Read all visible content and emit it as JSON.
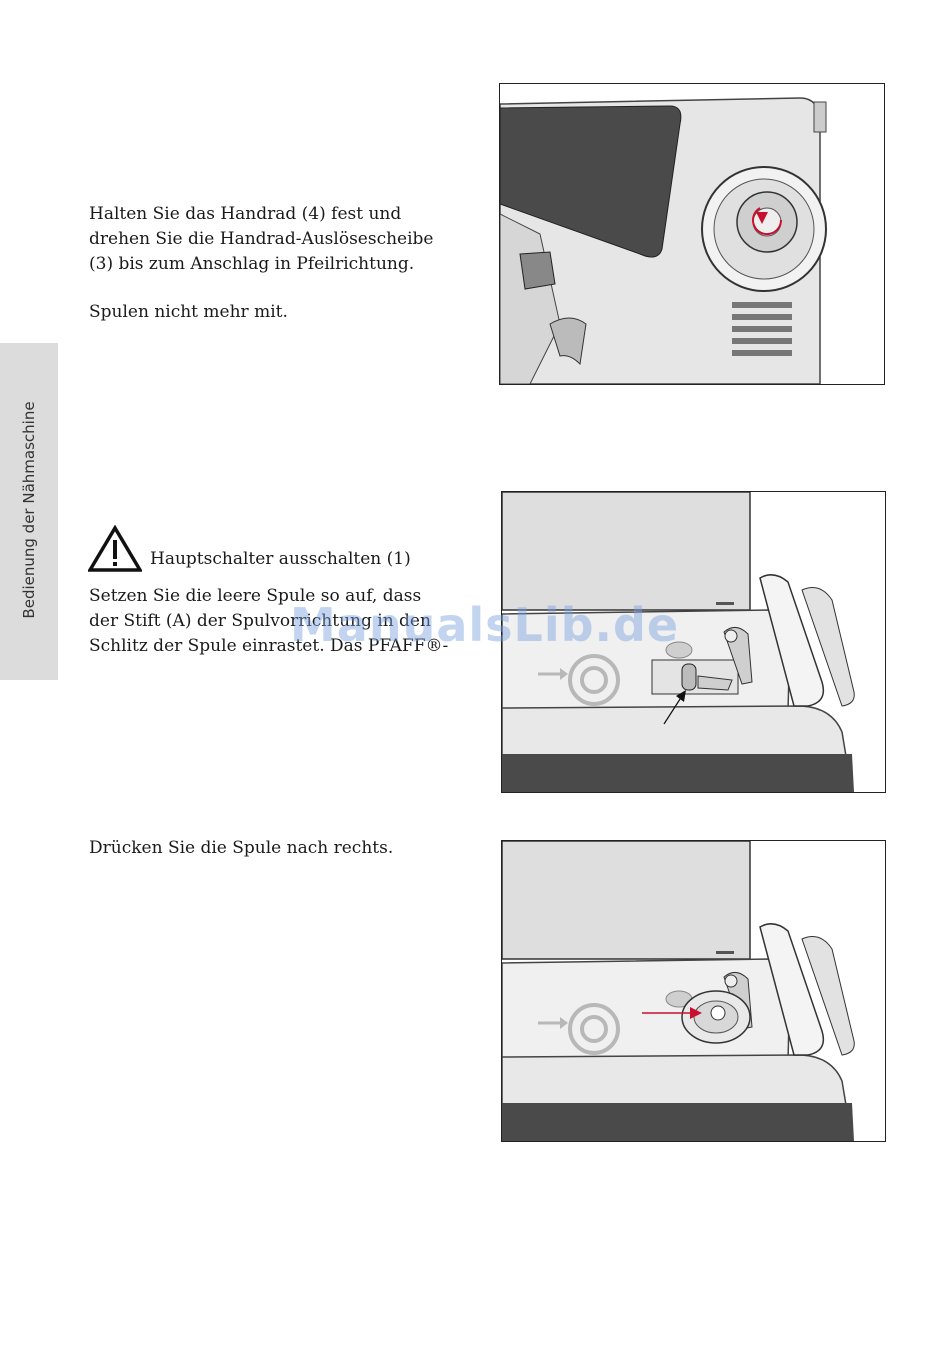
{
  "side_tab": {
    "label": "Bedienung der Nähmaschine"
  },
  "section1": {
    "lines": [
      "Halten Sie das Handrad (4) fest und",
      "drehen Sie die Handrad-Auslösescheibe",
      "(3) bis zum Anschlag in Pfeilrichtung."
    ],
    "note": "Spulen nicht mehr mit."
  },
  "section2": {
    "warning": "Hauptschalter ausschalten (1)",
    "lines": [
      "Setzen Sie die leere Spule so auf, dass",
      "der  Stift (A) der Spulvorrichtung in den",
      "Schlitz der Spule einrastet. Das PFAFF®-"
    ]
  },
  "section3": {
    "line": "Drücken Sie die Spule nach rechts."
  },
  "watermark": "ManualsLib.de",
  "colors": {
    "accent_arrow": "#c8102e",
    "tab_bg": "#dcdcdc"
  }
}
